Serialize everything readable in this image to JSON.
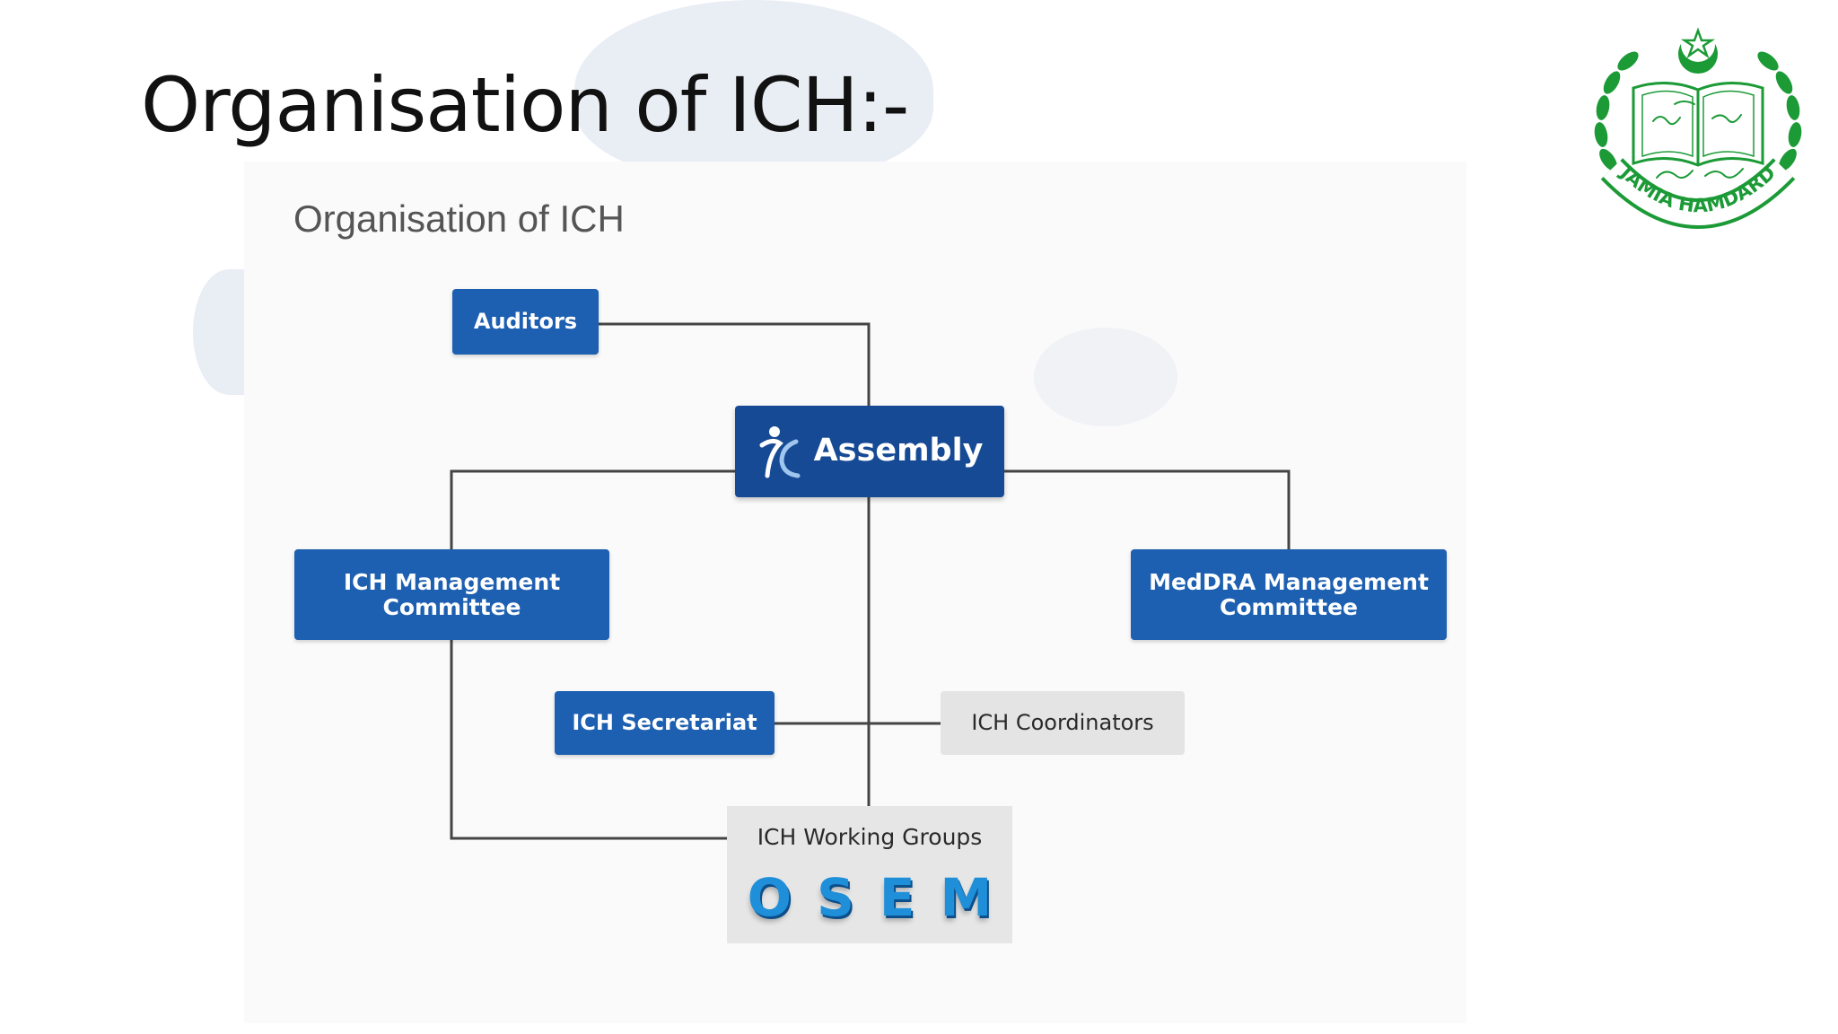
{
  "slide": {
    "title": "Organisation of ICH:-"
  },
  "diagram": {
    "heading": "Organisation of ICH",
    "nodes": {
      "auditors": "Auditors",
      "assembly": "Assembly",
      "ich_management_committee": "ICH Management Committee",
      "meddra_management_committee": "MedDRA Management Committee",
      "ich_secretariat": "ICH Secretariat",
      "ich_coordinators": "ICH Coordinators",
      "ich_working_groups": "ICH Working Groups"
    },
    "osem_letters": [
      "O",
      "S",
      "E",
      "M"
    ],
    "colors": {
      "node_blue": "#1d5fb0",
      "assembly_blue": "#174a94",
      "grey_node": "#e4e4e4",
      "connector": "#444444",
      "osem": "#1e8fd8"
    }
  },
  "logo": {
    "text": "JAMIA HAMDARD",
    "color": "#1b9a36",
    "icon": "crescent-star-book-emblem"
  }
}
